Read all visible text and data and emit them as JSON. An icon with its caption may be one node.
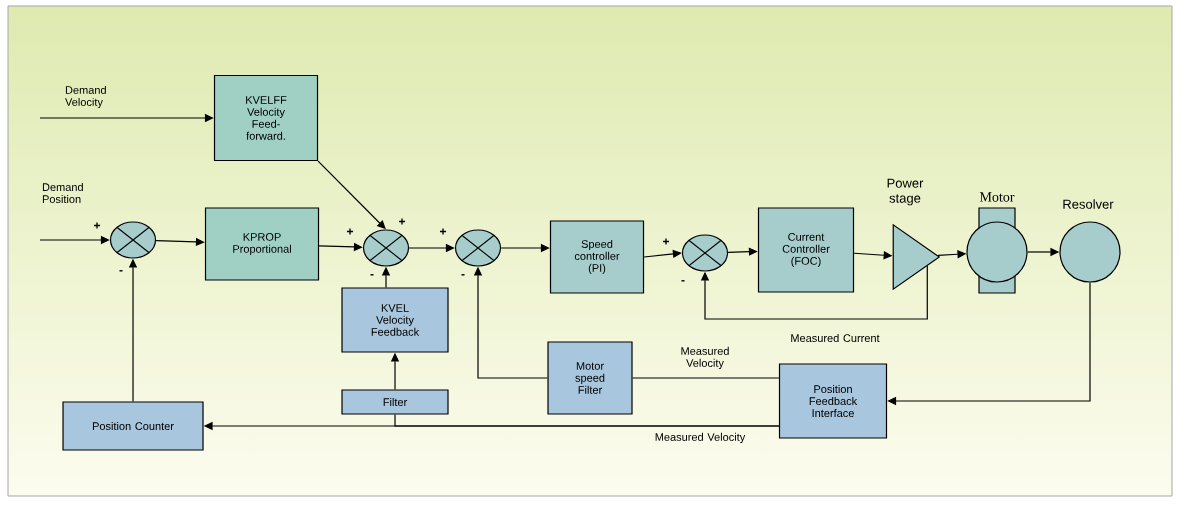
{
  "diagram": {
    "nodes": [
      {
        "text": [
          "KVELFF Velocity Feed-forward."
        ]
      },
      {
        "text": [
          "KPROP Proportional"
        ]
      },
      {
        "text": [],
        "shape": "circle"
      },
      {
        "text": [],
        "shape": "circle"
      },
      {
        "text": [],
        "shape": "circle"
      },
      {
        "text": [
          "Speed controller (PI)"
        ]
      },
      {
        "text": [],
        "shape": "circle"
      },
      {
        "text": [
          "Current Controller (FOC)"
        ]
      },
      {
        "text": [
          "Power stage"
        ]
      },
      {
        "text": [
          "Motor"
        ]
      },
      {
        "text": [
          "Resolver"
        ]
      },
      {
        "text": [
          "KVEL Velocity Feedback"
        ]
      },
      {
        "text": [
          "Filter"
        ]
      },
      {
        "text": [
          "Motor speed Filter"
        ]
      },
      {
        "text": [
          "Position Feedback Interface"
        ]
      },
      {
        "text": [
          "Position Counter"
        ]
      }
    ],
    "edges": [
      {
        "from": null,
        "to": 0,
        "arrow": "to",
        "label": "Demand Velocity"
      },
      {
        "from": null,
        "to": 2,
        "arrow": "to",
        "label": "Demand Position"
      },
      {
        "from": 2,
        "to": 1,
        "arrow": "to"
      },
      {
        "from": 1,
        "to": 3,
        "arrow": "to"
      },
      {
        "from": 0,
        "to": 3,
        "arrow": "to"
      },
      {
        "from": 11,
        "to": 3,
        "arrow": "to"
      },
      {
        "from": 3,
        "to": 4,
        "arrow": "to"
      },
      {
        "from": 4,
        "to": 5,
        "arrow": "to"
      },
      {
        "from": 5,
        "to": 6,
        "arrow": "to"
      },
      {
        "from": 6,
        "to": 7,
        "arrow": "to"
      },
      {
        "from": 7,
        "to": 8,
        "arrow": "to"
      },
      {
        "from": 8,
        "to": 9,
        "arrow": "to"
      },
      {
        "from": 9,
        "to": 10,
        "arrow": "to"
      },
      {
        "from": 8,
        "to": 6,
        "arrow": "to",
        "label": "Measured Current"
      },
      {
        "from": 10,
        "to": 14,
        "arrow": "to"
      },
      {
        "from": 14,
        "to": 13,
        "arrow": "none",
        "label": "Measured Velocity"
      },
      {
        "from": 13,
        "to": 4,
        "arrow": "to"
      },
      {
        "from": 14,
        "to": 15,
        "arrow": "to",
        "label": "Measured Velocity"
      },
      {
        "from": 14,
        "to": 12,
        "arrow": "none"
      },
      {
        "from": 12,
        "to": 11,
        "arrow": "to"
      },
      {
        "from": 15,
        "to": 2,
        "arrow": "to"
      }
    ],
    "labels": [
      "+",
      "-",
      "+",
      "+",
      "-",
      "+",
      "-",
      "+",
      "-"
    ]
  }
}
